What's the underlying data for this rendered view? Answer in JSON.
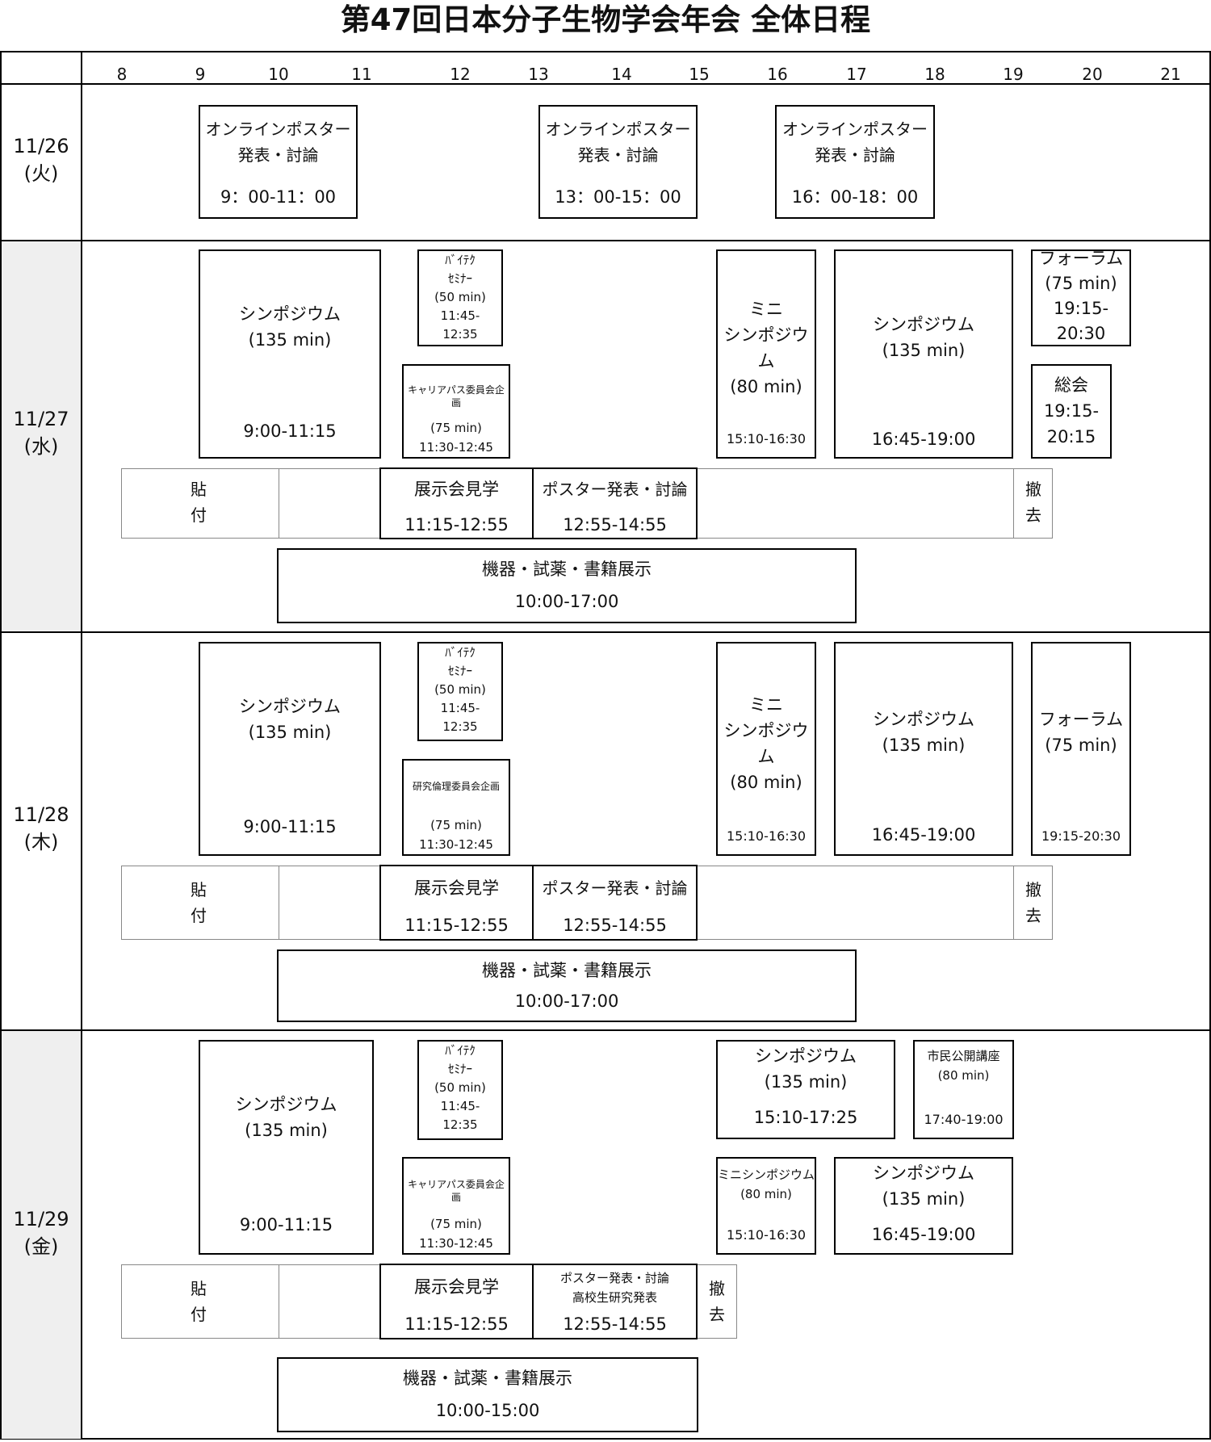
{
  "title": "第47回日本分子生物学会年会 全体日程",
  "hours": [
    "8",
    "9",
    "10",
    "11",
    "12",
    "13",
    "14",
    "15",
    "16",
    "17",
    "18",
    "19",
    "20",
    "21"
  ],
  "days": [
    {
      "date": "11/26",
      "weekday": "(火)"
    },
    {
      "date": "11/27",
      "weekday": "(水)"
    },
    {
      "date": "11/28",
      "weekday": "(木)"
    },
    {
      "date": "11/29",
      "weekday": "(金)"
    }
  ],
  "d1": {
    "poster1": {
      "label": "オンラインポスター\n発表・討論",
      "time": "9：00-11：00"
    },
    "poster2": {
      "label": "オンラインポスター\n発表・討論",
      "time": "13：00-15：00"
    },
    "poster3": {
      "label": "オンラインポスター\n発表・討論",
      "time": "16：00-18：00"
    }
  },
  "d2": {
    "symp1": {
      "label": "シンポジウム\n(135 min)",
      "time": "9:00-11:15"
    },
    "biotech": {
      "label": "ﾊﾞｲﾃｸ\nｾﾐﾅｰ\n(50 min)\n11:45-\n12:35"
    },
    "career": {
      "label": "キャリアパス委員会企画",
      "dur": "(75 min)",
      "time": "11:30-12:45"
    },
    "mini": {
      "label": "ミニ\nシンポジウム\n(80 min)",
      "time": "15:10-16:30"
    },
    "symp2": {
      "label": "シンポジウム\n(135 min)",
      "time": "16:45-19:00"
    },
    "forum": {
      "label": "フォーラム\n(75 min)\n19:15-\n20:30"
    },
    "general": {
      "label": "総会\n19:15-\n20:15"
    },
    "paste": "貼\n付",
    "exhibit": {
      "label": "展示会見学",
      "time": "11:15-12:55"
    },
    "posterpres": {
      "label": "ポスター発表・討論",
      "time": "12:55-14:55"
    },
    "remove": "撤\n去",
    "equip": {
      "label": "機器・試薬・書籍展示",
      "time": "10:00-17:00"
    }
  },
  "d3": {
    "symp1": {
      "label": "シンポジウム\n(135 min)",
      "time": "9:00-11:15"
    },
    "biotech": {
      "label": "ﾊﾞｲﾃｸ\nｾﾐﾅｰ\n(50 min)\n11:45-\n12:35"
    },
    "ethics": {
      "label": "研究倫理委員会企画",
      "dur": "(75 min)",
      "time": "11:30-12:45"
    },
    "mini": {
      "label": "ミニ\nシンポジウム\n(80 min)",
      "time": "15:10-16:30"
    },
    "symp2": {
      "label": "シンポジウム\n(135 min)",
      "time": "16:45-19:00"
    },
    "forum": {
      "label": "フォーラム\n(75 min)",
      "time": "19:15-20:30"
    },
    "paste": "貼\n付",
    "exhibit": {
      "label": "展示会見学",
      "time": "11:15-12:55"
    },
    "posterpres": {
      "label": "ポスター発表・討論",
      "time": "12:55-14:55"
    },
    "remove": "撤\n去",
    "equip": {
      "label": "機器・試薬・書籍展示",
      "time": "10:00-17:00"
    }
  },
  "d4": {
    "symp1": {
      "label": "シンポジウム\n(135 min)",
      "time": "9:00-11:15"
    },
    "biotech": {
      "label": "ﾊﾞｲﾃｸ\nｾﾐﾅｰ\n(50 min)\n11:45-\n12:35"
    },
    "career": {
      "label": "キャリアパス委員会企画",
      "dur": "(75 min)",
      "time": "11:30-12:45"
    },
    "symp2": {
      "label": "シンポジウム\n(135 min)",
      "time": "15:10-17:25"
    },
    "public": {
      "label": "市民公開講座\n(80 min)",
      "time": "17:40-19:00"
    },
    "mini": {
      "label": "ミニシンポジウム\n(80 min)",
      "time": "15:10-16:30"
    },
    "symp3": {
      "label": "シンポジウム\n(135 min)",
      "time": "16:45-19:00"
    },
    "paste": "貼\n付",
    "exhibit": {
      "label": "展示会見学",
      "time": "11:15-12:55"
    },
    "posterpres": {
      "label": "ポスター発表・討論\n高校生研究発表",
      "time": "12:55-14:55"
    },
    "remove": "撤\n去",
    "equip": {
      "label": "機器・試薬・書籍展示",
      "time": "10:00-15:00"
    }
  }
}
